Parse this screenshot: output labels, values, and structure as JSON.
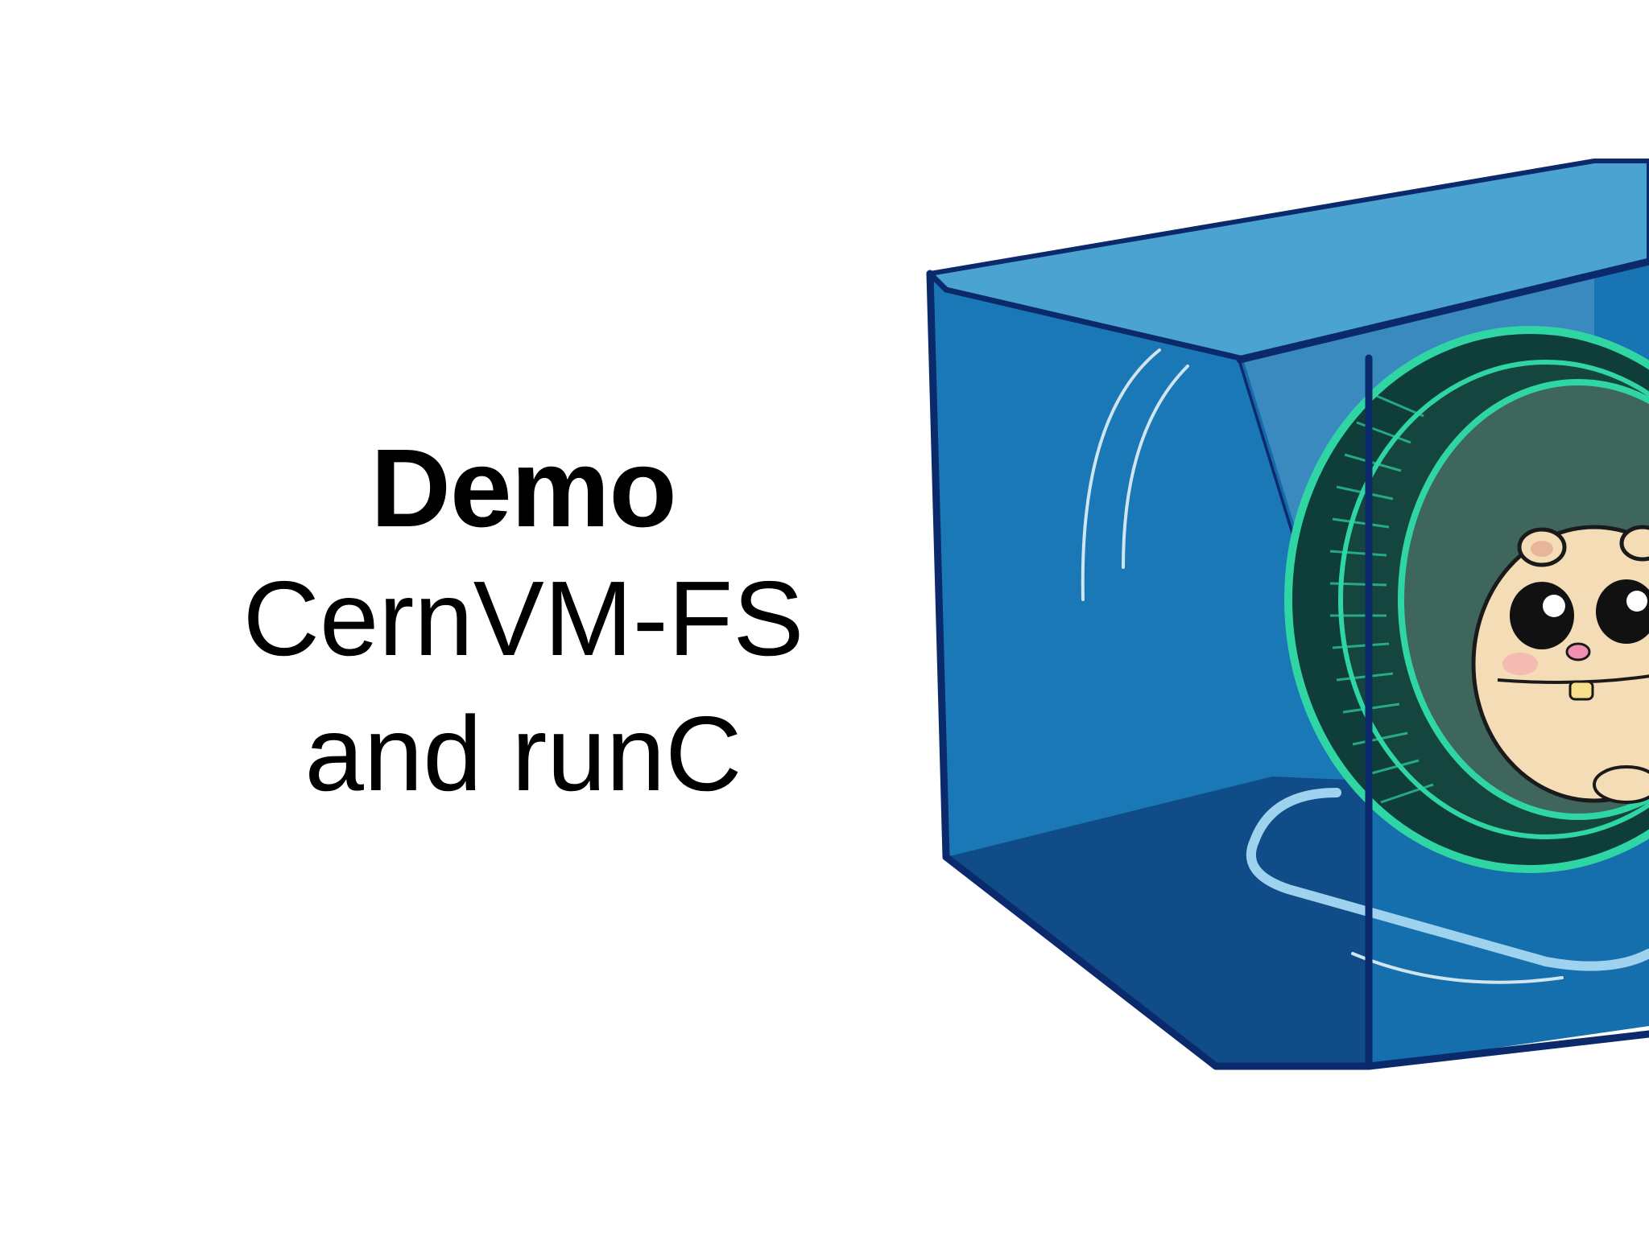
{
  "slide": {
    "title": "Demo",
    "subtitle_lines": [
      "CernVM-FS",
      "and runC"
    ]
  },
  "illustration": {
    "icon": "hamster-in-wheel-container-illustration",
    "colors": {
      "box_face": "#1a78b6",
      "box_top": "#4ba3d1",
      "box_edge": "#0b2a6b",
      "wheel_rim": "#2fd6a3",
      "wheel_inner": "#2e5c54",
      "hamster_fur": "#f4dcb6"
    }
  }
}
